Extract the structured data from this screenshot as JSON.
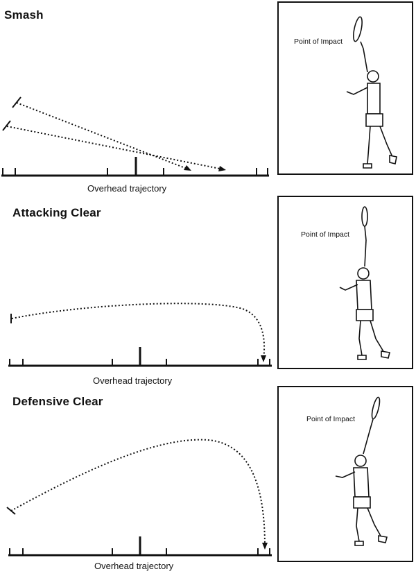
{
  "sections": [
    {
      "title": "Smash",
      "caption": "Overhead trajectory",
      "impact_label": "Point of Impact"
    },
    {
      "title": "Attacking Clear",
      "caption": "Overhead trajectory",
      "impact_label": "Point of Impact"
    },
    {
      "title": "Defensive Clear",
      "caption": "Overhead trajectory",
      "impact_label": "Point of Impact"
    }
  ]
}
